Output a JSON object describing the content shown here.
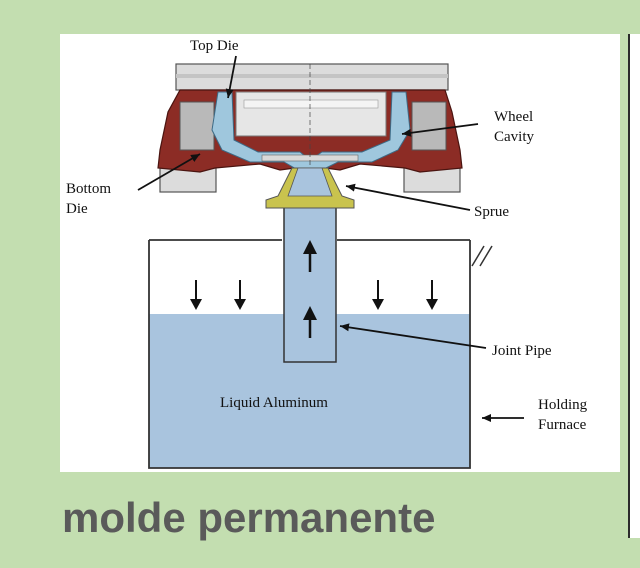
{
  "labels": {
    "top_die": "Top Die",
    "wheel": "Wheel",
    "cavity": "Cavity",
    "bottom": "Bottom",
    "die": "Die",
    "sprue": "Sprue",
    "joint_pipe": "Joint Pipe",
    "liquid_aluminum": "Liquid Aluminum",
    "holding": "Holding",
    "furnace": "Furnace"
  },
  "caption": "molde permanente",
  "colors": {
    "background": "#c3deb0",
    "liquid": "#a9c4de",
    "die_metal": "#8c2c25",
    "cavity": "#9fc7dd",
    "steel": "#d9d9d9",
    "sprue": "#c9c34e",
    "caption_text": "#5a5a5a"
  }
}
